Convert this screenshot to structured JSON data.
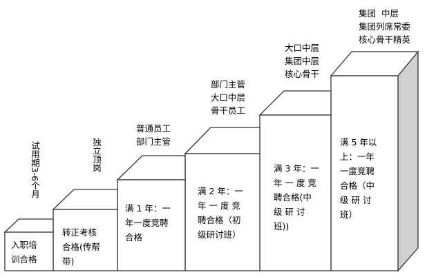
{
  "stages": [
    {
      "label": "试用期3-6个月",
      "box_text": "入职培\n训合格"
    },
    {
      "label": "独立顶岗",
      "box_text": "转正考核\n合格(传帮\n带)"
    },
    {
      "label": "普通员工\n部门主管",
      "box_text": "满 1 年：一\n年一度竞聘\n合格"
    },
    {
      "label": "部门主管\n大口中层\n骨干员工",
      "box_text": "满 2 年：一\n年 一 度 竞\n聘合格（初\n级研讨班）"
    },
    {
      "label": "大口中层\n集团中层\n核心骨干",
      "box_text": "满 3 年：一\n年 一 度 竞\n聘合格(中\n级 研 讨\n班))"
    },
    {
      "label": "集团  中层\n集团列席常委\n核心骨干精英",
      "box_text": "满 5 年以\n上：一年\n一度竞聘\n合格（中\n级 研 讨\n班）"
    }
  ],
  "colors": {
    "edge": "#333333",
    "side_face": "#d0d0d0",
    "face": "#ffffff"
  }
}
